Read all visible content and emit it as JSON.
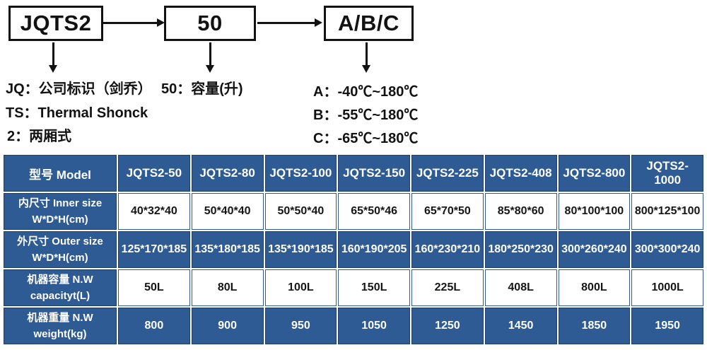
{
  "diagram": {
    "box1": "JQTS2",
    "box2": "50",
    "box3": "A/B/C",
    "legend": {
      "jq": "JQ：公司标识（剑乔）",
      "ts": "TS：Thermal Shonck",
      "two": "2：两厢式",
      "fifty": "50：容量(升)",
      "a": "A：-40℃~180℃",
      "b": "B：-55℃~180℃",
      "c": "C：-65℃~180℃"
    }
  },
  "table": {
    "header": {
      "label": "型号 Model",
      "models": [
        "JQTS2-50",
        "JQTS2-80",
        "JQTS2-100",
        "JQTS2-150",
        "JQTS2-225",
        "JQTS2-408",
        "JQTS2-800",
        "JQTS2-1000"
      ]
    },
    "rows": [
      {
        "label_line1": "内尺寸 Inner size",
        "label_line2": "W*D*H(cm)",
        "values": [
          "40*32*40",
          "50*40*40",
          "50*50*40",
          "65*50*46",
          "65*70*50",
          "85*80*60",
          "80*100*100",
          "800*125*100"
        ]
      },
      {
        "label_line1": "外尺寸 Outer size",
        "label_line2": "W*D*H(cm)",
        "values": [
          "125*170*185",
          "135*180*185",
          "135*190*185",
          "160*190*205",
          "160*230*210",
          "180*250*230",
          "300*260*240",
          "300*300*240"
        ]
      },
      {
        "label_line1": "机器容量 N.W",
        "label_line2": "capacityt(L)",
        "values": [
          "50L",
          "80L",
          "100L",
          "150L",
          "225L",
          "408L",
          "800L",
          "1000L"
        ]
      },
      {
        "label_line1": "机器重量 N.W",
        "label_line2": "weight(kg)",
        "values": [
          "800",
          "900",
          "950",
          "1050",
          "1250",
          "1450",
          "1850",
          "1950"
        ]
      }
    ]
  },
  "colors": {
    "table_blue": "#2f5b94",
    "table_border": "#1e4068",
    "ink": "#111111"
  }
}
